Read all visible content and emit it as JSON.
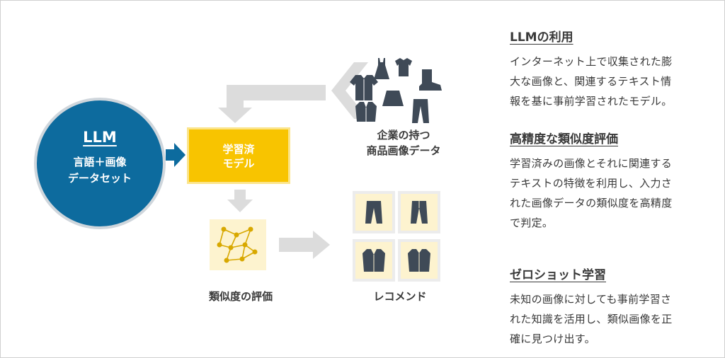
{
  "diagram": {
    "llm": {
      "title": "LLM",
      "line1": "言語＋画像",
      "line2": "データセット"
    },
    "model": {
      "line1": "学習済",
      "line2": "モデル"
    },
    "products": {
      "line1": "企業の持つ",
      "line2": "商品画像データ"
    },
    "similarity_label": "類似度の評価",
    "recommend_label": "レコメンド"
  },
  "features": [
    {
      "heading": "LLMの利用",
      "lines": [
        "インターネット上で収集された膨",
        "大な画像と、関連するテキスト情",
        "報を基に事前学習されたモデル。"
      ]
    },
    {
      "heading": "高精度な類似度評価",
      "lines": [
        "学習済みの画像とそれに関連する",
        "テキストの特徴を利用し、入力さ",
        "れた画像データの類似度を高精度",
        "で判定。"
      ]
    },
    {
      "heading": "ゼロショット学習",
      "lines": [
        "未知の画像に対しても事前学習さ",
        "れた知識を活用し、類似画像を正",
        "確に見つけ出す。"
      ]
    }
  ],
  "colors": {
    "llm_blue": "#0d6b9e",
    "model_yellow": "#f8c400",
    "arrow_gray": "#dcdcdc",
    "arrow_blue": "#0d6b9e",
    "panel_cream": "#fdf3cf",
    "network_gold": "#d8a800",
    "icon_dark": "#3f4a57"
  }
}
